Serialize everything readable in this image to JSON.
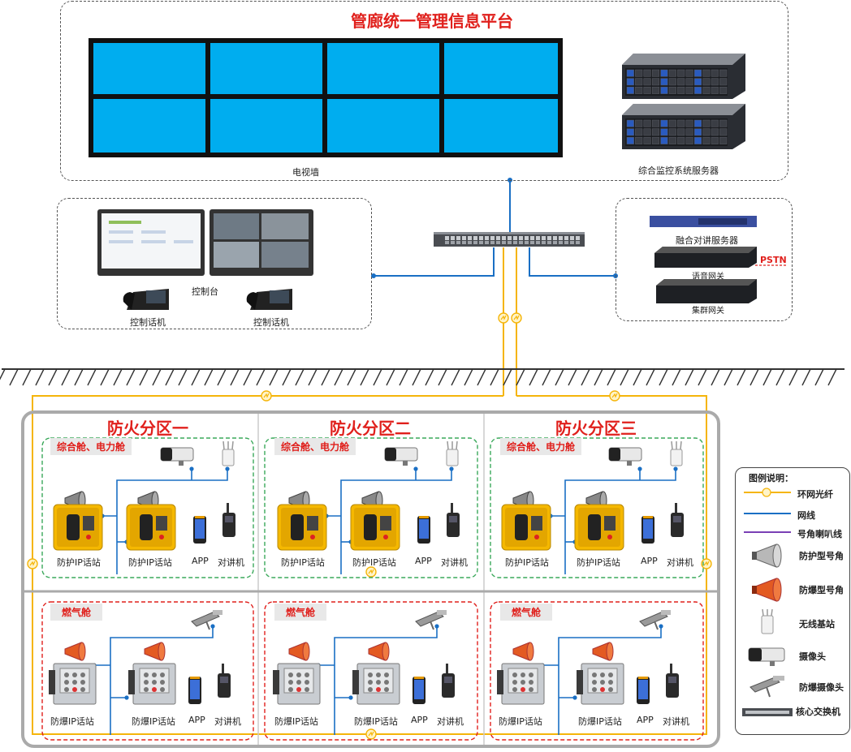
{
  "platform": {
    "title": "管廊统一管理信息平台",
    "video_wall_label": "电视墙",
    "server_label": "综合监控系统服务器"
  },
  "control": {
    "console_label": "控制台",
    "phone1_label": "控制话机",
    "phone2_label": "控制话机"
  },
  "gateway": {
    "fusion_server": "融合对讲服务器",
    "voice_gateway": "语音网关",
    "pstn": "PSTN",
    "cluster_gateway": "集群网关"
  },
  "zones": [
    {
      "title": "防火分区一",
      "top_tag": "综合舱、电力舱",
      "bottom_tag": "燃气舱"
    },
    {
      "title": "防火分区二",
      "top_tag": "综合舱、电力舱",
      "bottom_tag": "燃气舱"
    },
    {
      "title": "防火分区三",
      "top_tag": "综合舱、电力舱",
      "bottom_tag": "燃气舱"
    }
  ],
  "devices": {
    "protect_station": "防护IP话站",
    "explosion_station": "防爆IP话站",
    "app": "APP",
    "radio": "对讲机"
  },
  "legend": {
    "title": "图例说明：",
    "items": [
      "环网光纤",
      "网线",
      "号角喇叭线",
      "防护型号角",
      "防爆型号角",
      "无线基站",
      "摄像头",
      "防爆摄像头",
      "核心交换机"
    ]
  },
  "colors": {
    "fiber": "#f5b50a",
    "network": "#1a6fc4",
    "horn_line": "#7a3fb5",
    "title_red": "#e0201c",
    "screen_blue": "#00adef"
  }
}
